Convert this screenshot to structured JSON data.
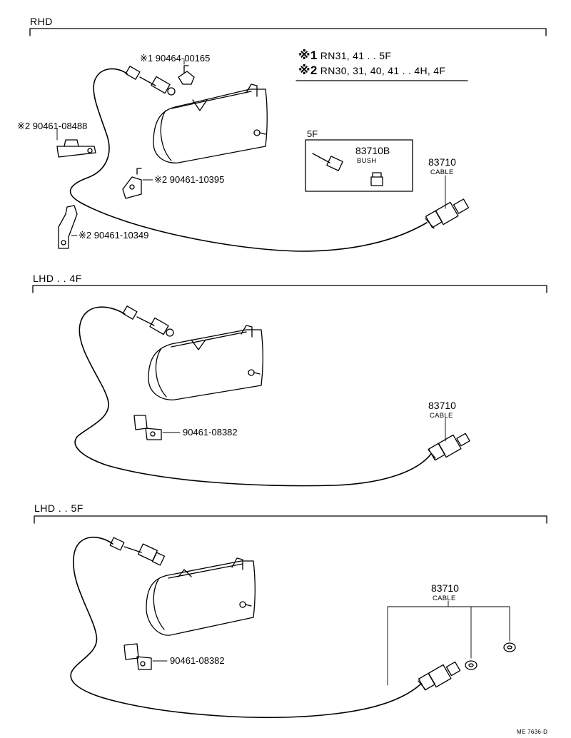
{
  "sections": {
    "rhd": "RHD",
    "lhd_4f": "LHD . . 4F",
    "lhd_5f": "LHD . . 5F"
  },
  "notes": {
    "note1_mark": "※1",
    "note1_text": "RN31, 41 . . 5F",
    "note2_mark": "※2",
    "note2_text": "RN30, 31, 40, 41 . . 4H, 4F"
  },
  "rhd": {
    "label_top": "※1 90464-00165",
    "label_left": "※2 90461-08488",
    "label_mid": "※2 90461-10395",
    "label_low": "※2 90461-10349",
    "inset_title": "5F",
    "inset_part": "83710B",
    "inset_part_sub": "BUSH",
    "cable_part": "83710",
    "cable_sub": "CABLE"
  },
  "lhd4f": {
    "clip_label": "90461-08382",
    "cable_part": "83710",
    "cable_sub": "CABLE"
  },
  "lhd5f": {
    "clip_label": "90461-08382",
    "cable_part": "83710",
    "cable_sub": "CABLE"
  },
  "footer": {
    "code": "ME 7636-D"
  }
}
